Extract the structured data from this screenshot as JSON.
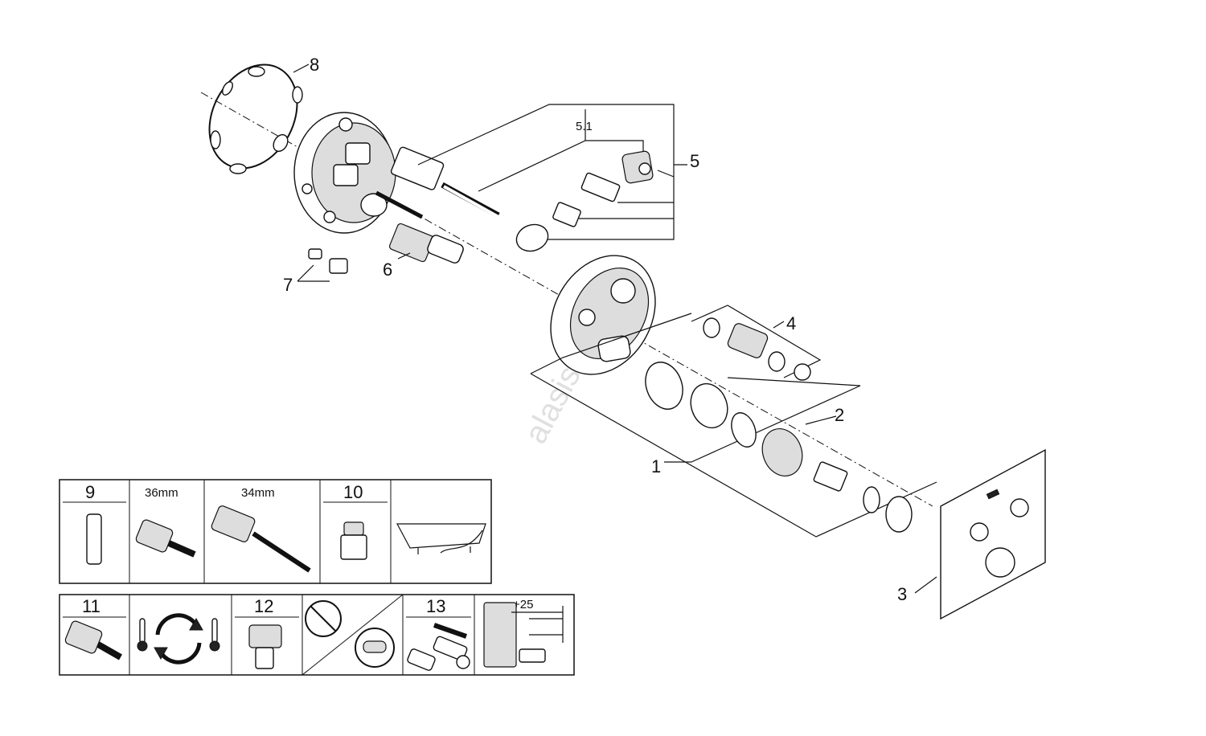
{
  "callouts": {
    "c1": "1",
    "c2": "2",
    "c3": "3",
    "c4": "4",
    "c5": "5",
    "c51": "5.1",
    "c6": "6",
    "c7": "7",
    "c8": "8"
  },
  "legend_table_1": {
    "cells": [
      {
        "label": "9"
      },
      {
        "label": "36mm"
      },
      {
        "label": "34mm"
      },
      {
        "label": "10"
      },
      {
        "label": ""
      }
    ]
  },
  "legend_table_2": {
    "cells": [
      {
        "label": "11"
      },
      {
        "label": ""
      },
      {
        "label": "12"
      },
      {
        "label": ""
      },
      {
        "label": "13"
      },
      {
        "label": "+25"
      }
    ]
  },
  "watermark": "alasis.com",
  "icons": [
    "o-ring-icon",
    "thermometer-icon",
    "cycle-arrows-icon",
    "no-grease-icon",
    "faceplate-part-icon",
    "cartridge-icon",
    "bathtub-icon"
  ]
}
